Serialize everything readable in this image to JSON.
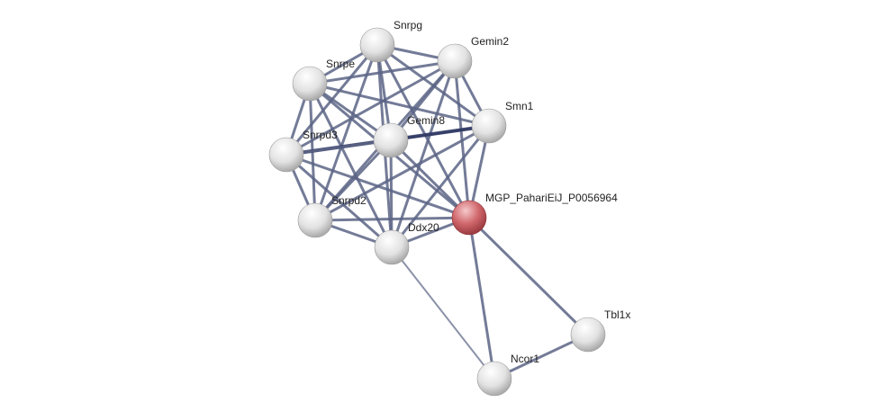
{
  "network": {
    "nodes": [
      {
        "id": "Snrpg",
        "label": "Snrpg",
        "query": false
      },
      {
        "id": "Gemin2",
        "label": "Gemin2",
        "query": false
      },
      {
        "id": "Snrpe",
        "label": "Snrpe",
        "query": false
      },
      {
        "id": "Smn1",
        "label": "Smn1",
        "query": false
      },
      {
        "id": "Gemin8",
        "label": "Gemin8",
        "query": false
      },
      {
        "id": "Snrpd3",
        "label": "Snrpd3",
        "query": false
      },
      {
        "id": "MGP",
        "label": "MGP_PahariEiJ_P0056964",
        "query": true
      },
      {
        "id": "Snrpd2",
        "label": "Snrpd2",
        "query": false
      },
      {
        "id": "Ddx20",
        "label": "Ddx20",
        "query": false
      },
      {
        "id": "Tbl1x",
        "label": "Tbl1x",
        "query": false
      },
      {
        "id": "Ncor1",
        "label": "Ncor1",
        "query": false
      }
    ],
    "edges": [
      [
        "Snrpg",
        "Gemin2"
      ],
      [
        "Snrpg",
        "Snrpe"
      ],
      [
        "Snrpg",
        "Smn1"
      ],
      [
        "Snrpg",
        "Gemin8"
      ],
      [
        "Snrpg",
        "Snrpd3"
      ],
      [
        "Snrpg",
        "MGP"
      ],
      [
        "Snrpg",
        "Snrpd2"
      ],
      [
        "Snrpg",
        "Ddx20"
      ],
      [
        "Gemin2",
        "Snrpe"
      ],
      [
        "Gemin2",
        "Smn1"
      ],
      [
        "Gemin2",
        "Gemin8"
      ],
      [
        "Gemin2",
        "Snrpd3"
      ],
      [
        "Gemin2",
        "MGP"
      ],
      [
        "Gemin2",
        "Snrpd2"
      ],
      [
        "Gemin2",
        "Ddx20"
      ],
      [
        "Snrpe",
        "Smn1"
      ],
      [
        "Snrpe",
        "Gemin8"
      ],
      [
        "Snrpe",
        "Snrpd3"
      ],
      [
        "Snrpe",
        "MGP"
      ],
      [
        "Snrpe",
        "Snrpd2"
      ],
      [
        "Snrpe",
        "Ddx20"
      ],
      [
        "Smn1",
        "Gemin8"
      ],
      [
        "Smn1",
        "Snrpd3"
      ],
      [
        "Smn1",
        "MGP"
      ],
      [
        "Smn1",
        "Snrpd2"
      ],
      [
        "Smn1",
        "Ddx20"
      ],
      [
        "Gemin8",
        "Snrpd3"
      ],
      [
        "Gemin8",
        "MGP"
      ],
      [
        "Gemin8",
        "Snrpd2"
      ],
      [
        "Gemin8",
        "Ddx20"
      ],
      [
        "Snrpd3",
        "MGP"
      ],
      [
        "Snrpd3",
        "Snrpd2"
      ],
      [
        "Snrpd3",
        "Ddx20"
      ],
      [
        "Snrpd2",
        "MGP"
      ],
      [
        "Snrpd2",
        "Ddx20"
      ],
      [
        "Ddx20",
        "MGP"
      ],
      [
        "MGP",
        "Tbl1x"
      ],
      [
        "MGP",
        "Ncor1"
      ],
      [
        "Ddx20",
        "Ncor1"
      ],
      [
        "Ncor1",
        "Tbl1x"
      ]
    ],
    "colors": {
      "edge": "#5a6485",
      "edge_strong": "#2c3560",
      "node": "#e8e8e8",
      "query_node": "#d0676c"
    }
  }
}
